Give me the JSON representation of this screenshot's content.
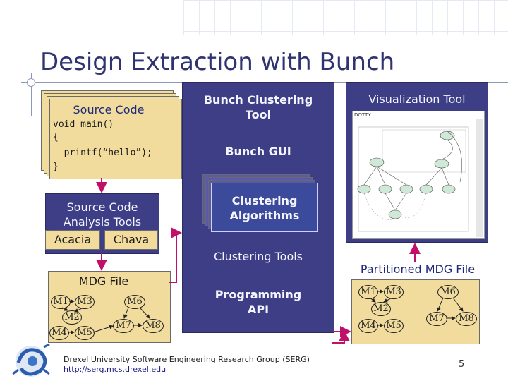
{
  "slide": {
    "title": "Design Extraction with Bunch",
    "page_number": "5"
  },
  "source_code": {
    "label": "Source Code",
    "lines": [
      "void main()",
      "{",
      "  printf(“hello”);",
      "}"
    ]
  },
  "analysis_tools": {
    "label_line1": "Source Code",
    "label_line2": "Analysis Tools",
    "tool_a": "Acacia",
    "tool_b": "Chava"
  },
  "mdg_file": {
    "label": "MDG File",
    "nodes": [
      "M1",
      "M2",
      "M3",
      "M4",
      "M5",
      "M6",
      "M7",
      "M8"
    ]
  },
  "bunch_tool": {
    "label_line1": "Bunch Clustering",
    "label_line2": "Tool",
    "gui": "Bunch GUI",
    "algorithms_line1": "Clustering",
    "algorithms_line2": "Algorithms",
    "clustering_tools": "Clustering Tools",
    "api_line1": "Programming",
    "api_line2": "API"
  },
  "visualization": {
    "label": "Visualization Tool",
    "window_title": "DOTTY"
  },
  "partitioned_mdg": {
    "label": "Partitioned MDG File",
    "nodes": [
      "M1",
      "M2",
      "M3",
      "M4",
      "M5",
      "M6",
      "M7",
      "M8"
    ]
  },
  "footer": {
    "org": "Drexel University Software Engineering Research Group (SERG)",
    "url": "http://serg.mcs.drexel.edu"
  },
  "colors": {
    "navy": "#3e3e86",
    "tan": "#f1dc9e",
    "title": "#2f3470",
    "connector": "#c0106a"
  }
}
